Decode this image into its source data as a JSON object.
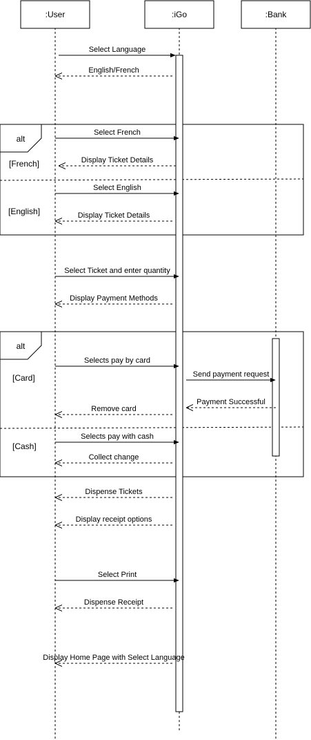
{
  "participants": [
    {
      "id": "user",
      "label": ":User"
    },
    {
      "id": "igo",
      "label": ":iGo"
    },
    {
      "id": "bank",
      "label": ":Bank"
    }
  ],
  "fragments": [
    {
      "operator": "alt",
      "operands": [
        {
          "guard": "[French]"
        },
        {
          "guard": "[English]"
        }
      ]
    },
    {
      "operator": "alt",
      "operands": [
        {
          "guard": "[Card]"
        },
        {
          "guard": "[Cash]"
        }
      ]
    }
  ],
  "messages": [
    {
      "from": "user",
      "to": "igo",
      "type": "sync",
      "label": "Select Language"
    },
    {
      "from": "igo",
      "to": "user",
      "type": "reply",
      "label": "English/French"
    },
    {
      "from": "user",
      "to": "igo",
      "type": "sync",
      "label": "Select French"
    },
    {
      "from": "igo",
      "to": "user",
      "type": "reply",
      "label": "Display Ticket Details"
    },
    {
      "from": "user",
      "to": "igo",
      "type": "sync",
      "label": "Select English"
    },
    {
      "from": "igo",
      "to": "user",
      "type": "reply",
      "label": "Display Ticket Details"
    },
    {
      "from": "user",
      "to": "igo",
      "type": "sync",
      "label": "Select Ticket and enter quantity"
    },
    {
      "from": "igo",
      "to": "user",
      "type": "reply",
      "label": "Display Payment Methods"
    },
    {
      "from": "user",
      "to": "igo",
      "type": "sync",
      "label": "Selects pay by card"
    },
    {
      "from": "igo",
      "to": "bank",
      "type": "sync",
      "label": "Send payment request"
    },
    {
      "from": "bank",
      "to": "igo",
      "type": "reply",
      "label": "Payment Successful"
    },
    {
      "from": "igo",
      "to": "user",
      "type": "reply",
      "label": "Remove card"
    },
    {
      "from": "user",
      "to": "igo",
      "type": "sync",
      "label": "Selects pay with cash"
    },
    {
      "from": "igo",
      "to": "user",
      "type": "reply",
      "label": "Collect change"
    },
    {
      "from": "igo",
      "to": "user",
      "type": "reply",
      "label": "Dispense Tickets"
    },
    {
      "from": "igo",
      "to": "user",
      "type": "reply",
      "label": "Display receipt options"
    },
    {
      "from": "user",
      "to": "igo",
      "type": "sync",
      "label": "Select Print"
    },
    {
      "from": "igo",
      "to": "user",
      "type": "reply",
      "label": "Dispense Receipt"
    },
    {
      "from": "igo",
      "to": "user",
      "type": "reply",
      "label": "Display Home Page with Select Language"
    }
  ]
}
